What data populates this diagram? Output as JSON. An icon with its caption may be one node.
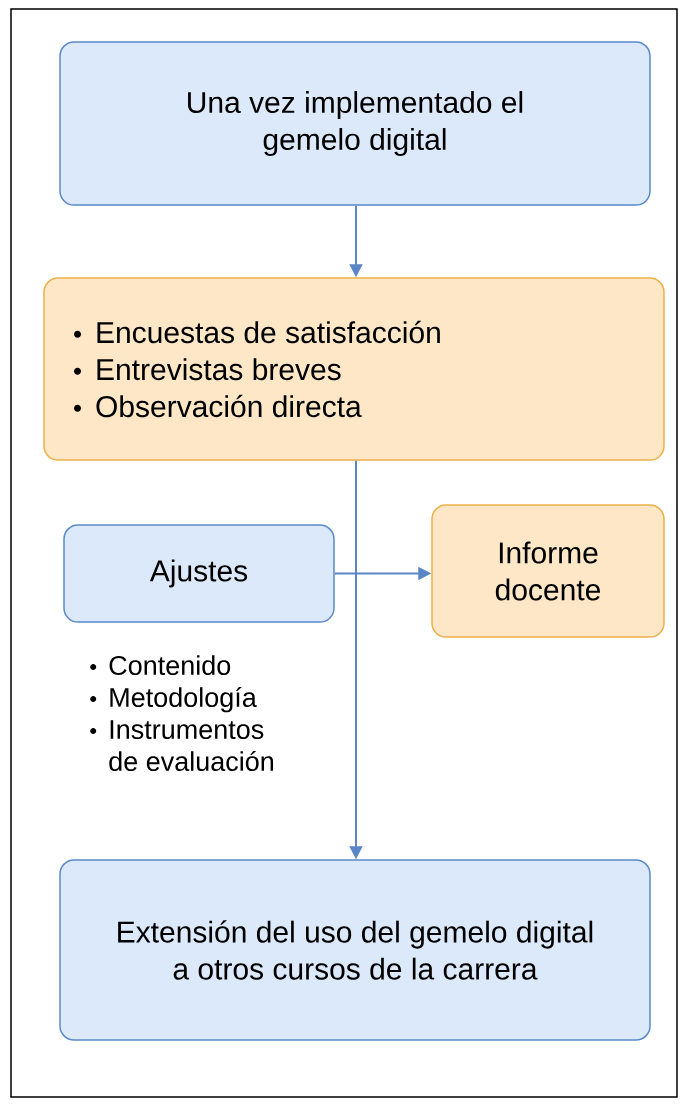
{
  "diagram": {
    "nodes": [
      {
        "text": [
          "Una vez implementado el gemelo digital"
        ]
      },
      {
        "text": [
          "Encuestas de satisfacción",
          "Entrevistas breves",
          "Observación directa"
        ]
      },
      {
        "text": [
          "Ajustes"
        ],
        "beside": [
          "Contenido",
          "Metodología",
          "Instrumentos de evaluación"
        ]
      },
      {
        "text": [
          "Informe docente"
        ]
      },
      {
        "text": [
          "Extensión del uso del gemelo digital a otros cursos de la carrera"
        ]
      }
    ],
    "edges": [
      {
        "from": 0,
        "to": 1,
        "arrow": "to"
      },
      {
        "from": 1,
        "to": 4,
        "arrow": "to"
      },
      {
        "from": 2,
        "to": 3,
        "arrow": "to"
      }
    ]
  }
}
